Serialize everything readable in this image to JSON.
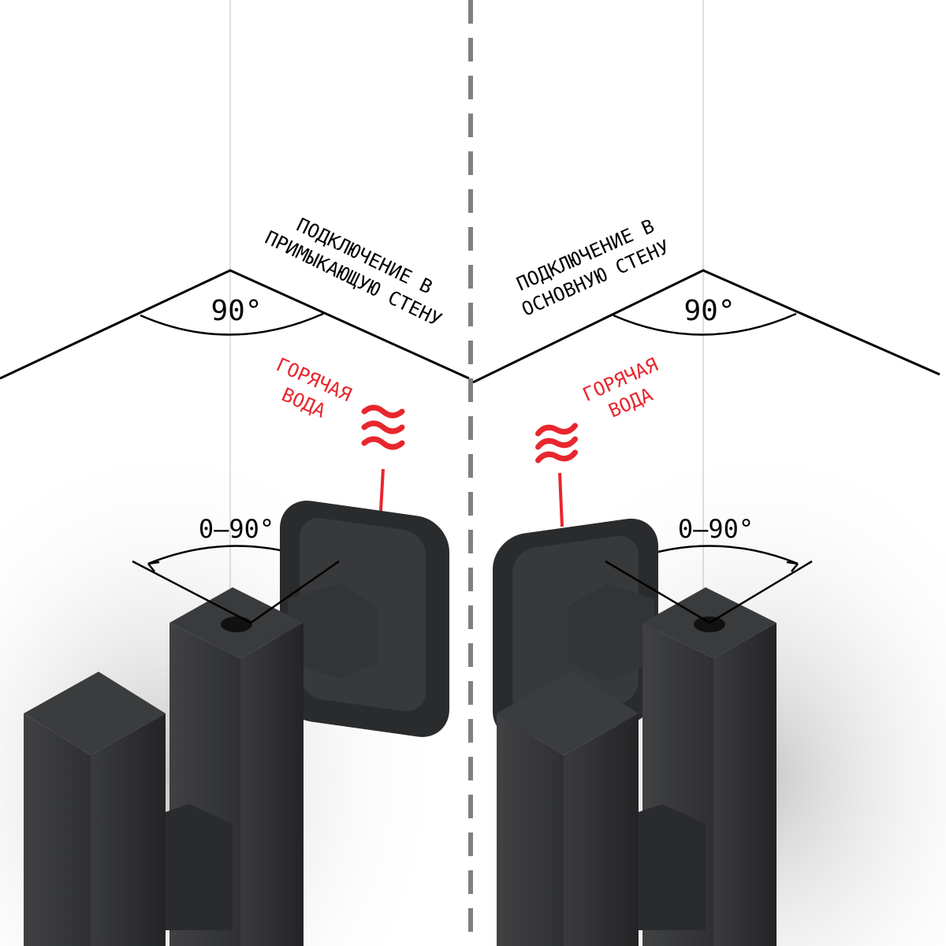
{
  "left_panel": {
    "title_line1": "ПОДКЛЮЧЕНИЕ В",
    "title_line2": "ПРИМЫКАЮЩУЮ СТЕНУ",
    "corner_angle": "90°",
    "rotation_label": "0–90°",
    "hot_water_line1": "ГОРЯЧАЯ",
    "hot_water_line2": "ВОДА"
  },
  "right_panel": {
    "title_line1": "ПОДКЛЮЧЕНИЕ В",
    "title_line2": "ОСНОВНУЮ СТЕНУ",
    "corner_angle": "90°",
    "rotation_label": "0–90°",
    "hot_water_line1": "ГОРЯЧАЯ",
    "hot_water_line2": "ВОДА"
  },
  "colors": {
    "accent_red": "#e8262d",
    "fitting_black": "#2e2f31",
    "line": "#000000",
    "divider": "#808080"
  }
}
